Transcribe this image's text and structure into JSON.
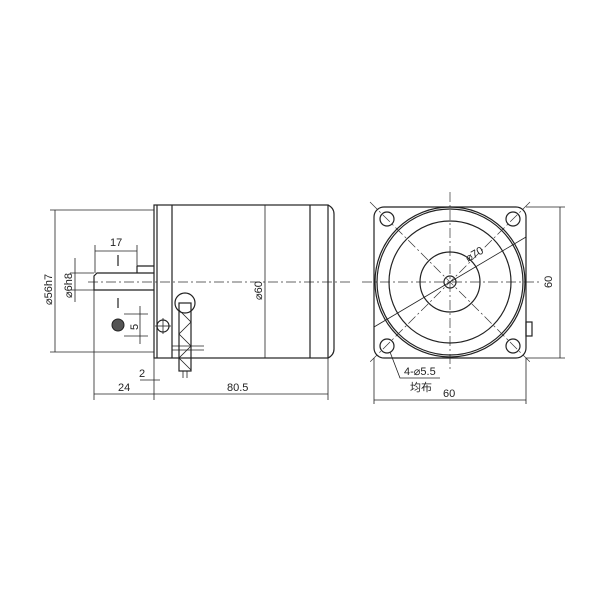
{
  "side_view": {
    "dim_flange_dia": "⌀56h7",
    "dim_shaft_dia": "⌀6h8",
    "dim_shaft_flat": "17",
    "dim_body_dia": "⌀60",
    "dim_screw": "5",
    "dim_flange_thk": "2",
    "dim_shaft_len": "24",
    "dim_body_len": "80.5"
  },
  "front_view": {
    "dim_pcd": "⌀70",
    "dim_holes": "4-⌀5.5",
    "dim_holes_note": "均布",
    "dim_width": "60",
    "dim_height": "60"
  }
}
